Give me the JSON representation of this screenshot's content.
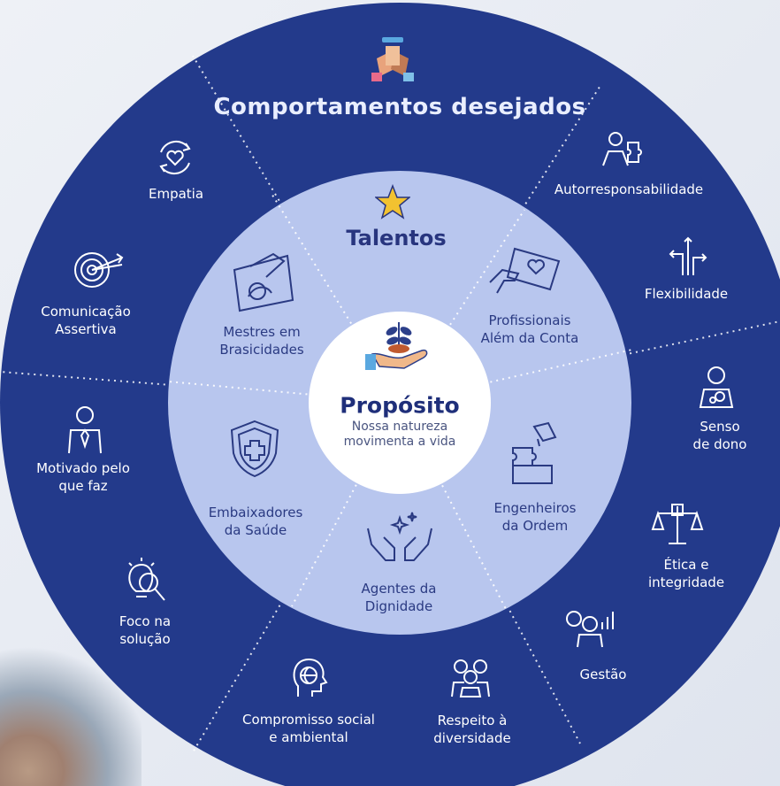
{
  "outer_title": "Comportamentos desejados",
  "inner_title": "Talentos",
  "center": {
    "title": "Propósito",
    "subtitle": "Nossa natureza\nmovimenta a vida"
  },
  "behaviors": [
    {
      "label": "Empatia",
      "icon": "heart-cycle-icon"
    },
    {
      "label": "Autorresponsabilidade",
      "icon": "person-puzzle-icon"
    },
    {
      "label": "Flexibilidade",
      "icon": "arrows-split-icon"
    },
    {
      "label": "Comunicação\nAssertiva",
      "icon": "target-icon"
    },
    {
      "label": "Senso\nde dono",
      "icon": "person-gear-icon"
    },
    {
      "label": "Motivado pelo\nque faz",
      "icon": "person-tie-icon"
    },
    {
      "label": "Ética e\nintegridade",
      "icon": "scales-icon"
    },
    {
      "label": "Foco na\nsolução",
      "icon": "bulb-magnifier-icon"
    },
    {
      "label": "Gestão",
      "icon": "person-chart-icon"
    },
    {
      "label": "Compromisso social\ne ambiental",
      "icon": "head-globe-icon"
    },
    {
      "label": "Respeito à\ndiversidade",
      "icon": "diverse-people-icon"
    }
  ],
  "talents": [
    {
      "label": "Mestres em\nBrasicidades",
      "icon": "hand-ingredients-icon"
    },
    {
      "label": "Profissionais\nAlém da Conta",
      "icon": "hand-heart-card-icon"
    },
    {
      "label": "Embaixadores\nda Saúde",
      "icon": "shield-cross-icon"
    },
    {
      "label": "Engenheiros\nda Ordem",
      "icon": "puzzle-icon"
    },
    {
      "label": "Agentes da\nDignidade",
      "icon": "hands-sparkle-icon"
    }
  ],
  "colors": {
    "outer_ring": "#233a8b",
    "inner_ring": "#b8c6ee",
    "center": "#ffffff",
    "title_dark": "#28357e",
    "star": "#f2c230"
  }
}
